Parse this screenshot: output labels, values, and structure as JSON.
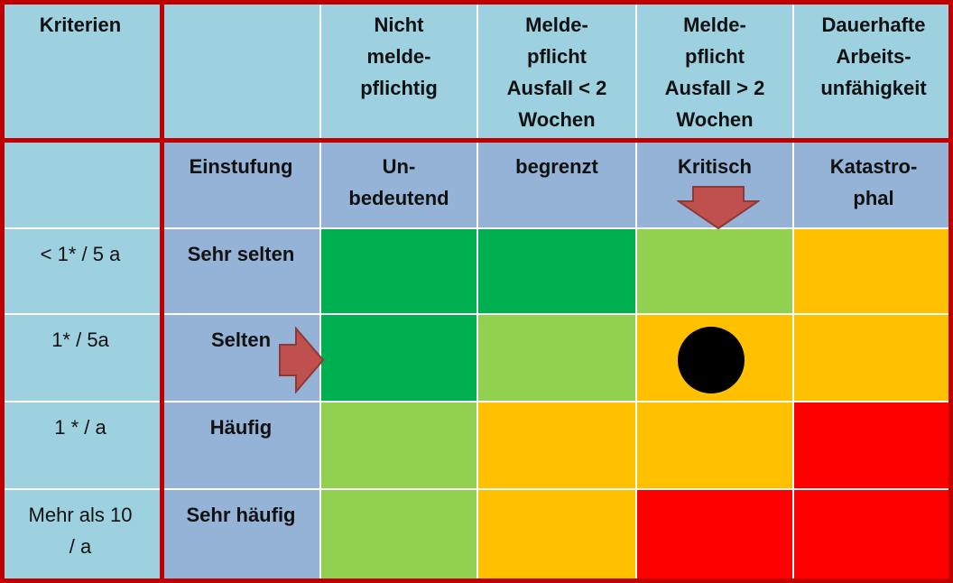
{
  "header": {
    "kriterien": "Kriterien",
    "severity_criteria": [
      "Nicht\nmelde-\npflichtig",
      "Melde-\npflicht\nAusfall < 2\nWochen",
      "Melde-\npflicht\nAusfall > 2\nWochen",
      "Dauerhafte\nArbeits-\nunfähigkeit"
    ]
  },
  "classification": {
    "label": "Einstufung",
    "severity_levels": [
      "Un-\nbedeutend",
      "begrenzt",
      "Kritisch",
      "Katastro-\nphal"
    ]
  },
  "rows": [
    {
      "criterion": "< 1* / 5 a",
      "frequency": "Sehr selten"
    },
    {
      "criterion": "1* /  5a",
      "frequency": "Selten"
    },
    {
      "criterion": "1 * / a",
      "frequency": "Häufig"
    },
    {
      "criterion": "Mehr als 10\n/ a",
      "frequency": "Sehr häufig"
    }
  ],
  "risk_matrix": [
    [
      "green-dark",
      "green-dark",
      "green-light",
      "orange"
    ],
    [
      "green-dark",
      "green-light",
      "orange",
      "orange"
    ],
    [
      "green-light",
      "orange",
      "orange",
      "red"
    ],
    [
      "green-light",
      "orange",
      "red",
      "red"
    ]
  ],
  "risk_colors": {
    "green-dark": "#00b050",
    "green-light": "#92d050",
    "orange": "#ffc000",
    "red": "#ff0000",
    "header-blue": "#9dd1e0",
    "classification-blue": "#94b3d6",
    "frame-red": "#c00000"
  },
  "marker": {
    "row": 1,
    "column": 2,
    "icon": "filled-circle-icon"
  },
  "arrows": [
    {
      "icon": "arrow-down-icon",
      "column": 2
    },
    {
      "icon": "arrow-right-icon",
      "row": 1
    }
  ]
}
